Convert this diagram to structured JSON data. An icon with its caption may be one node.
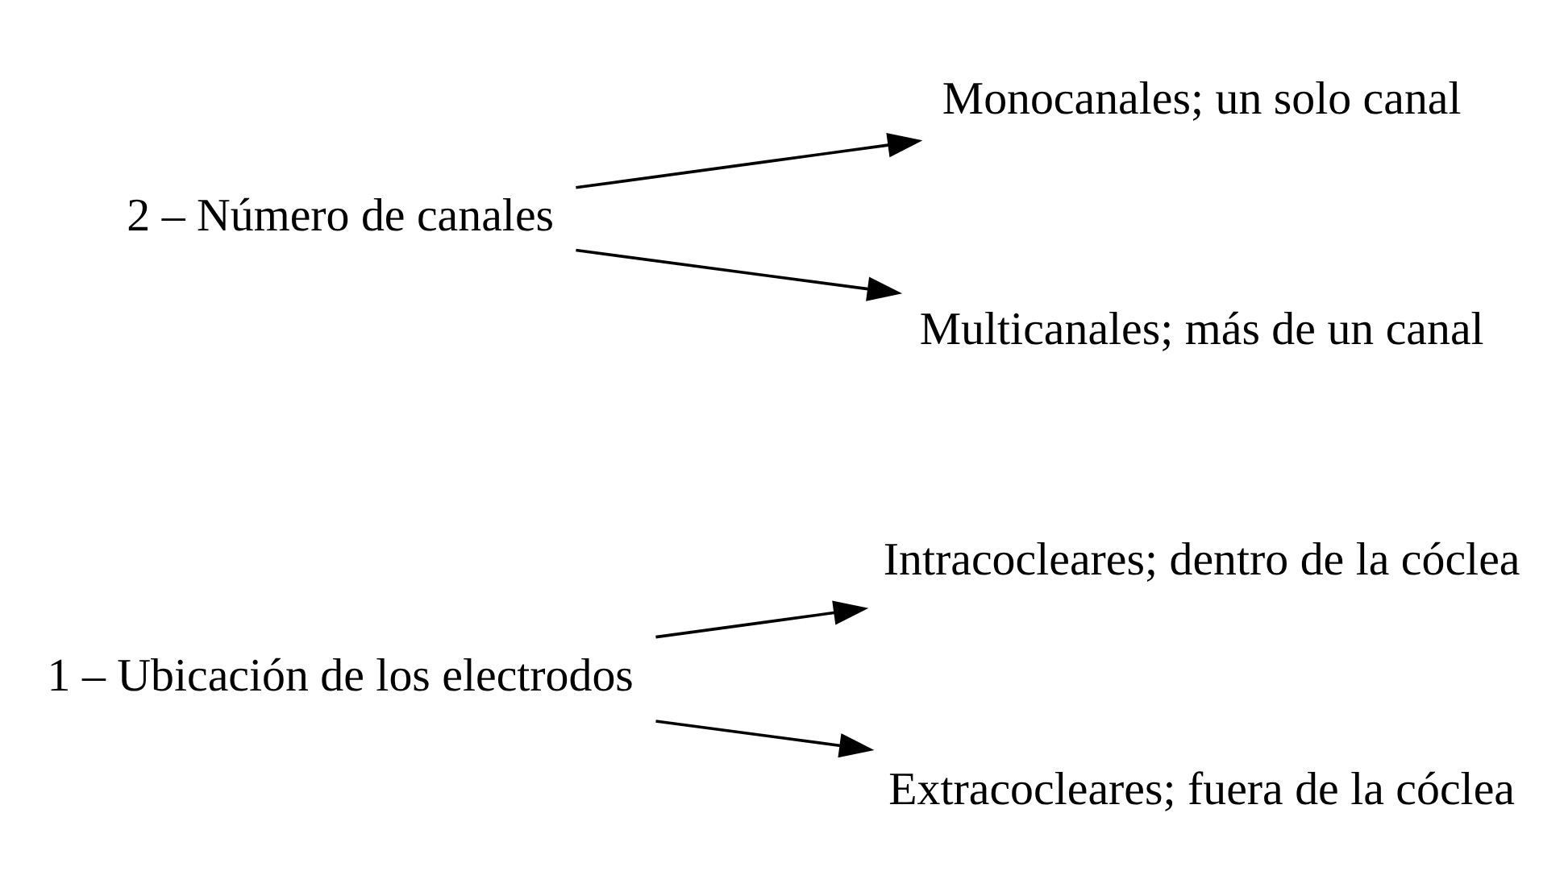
{
  "diagram": {
    "nodes": [
      {
        "text": [
          "1 – Ubicación de los electrodos"
        ]
      },
      {
        "text": [
          "Intracocleares; dentro de la cóclea"
        ]
      },
      {
        "text": [
          "Extracocleares; fuera de la cóclea"
        ]
      },
      {
        "text": [
          "2 – Número de canales"
        ]
      },
      {
        "text": [
          "Monocanales; un solo canal"
        ]
      },
      {
        "text": [
          "Multicanales; más de un canal"
        ]
      }
    ],
    "edges": [
      {
        "from": 0,
        "to": 1,
        "arrow": "to"
      },
      {
        "from": 0,
        "to": 2,
        "arrow": "to"
      },
      {
        "from": 3,
        "to": 4,
        "arrow": "to"
      },
      {
        "from": 3,
        "to": 5,
        "arrow": "to"
      }
    ]
  }
}
